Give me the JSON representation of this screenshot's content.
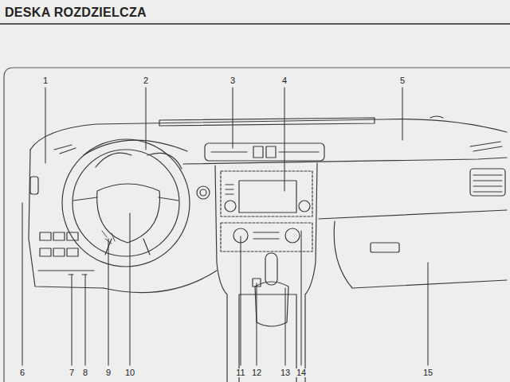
{
  "diagram": {
    "title": "DESKA ROZDZIELCZA",
    "labels": [
      "1",
      "2",
      "3",
      "4",
      "5",
      "6",
      "7",
      "8",
      "9",
      "10",
      "11",
      "12",
      "13",
      "14",
      "15"
    ]
  }
}
